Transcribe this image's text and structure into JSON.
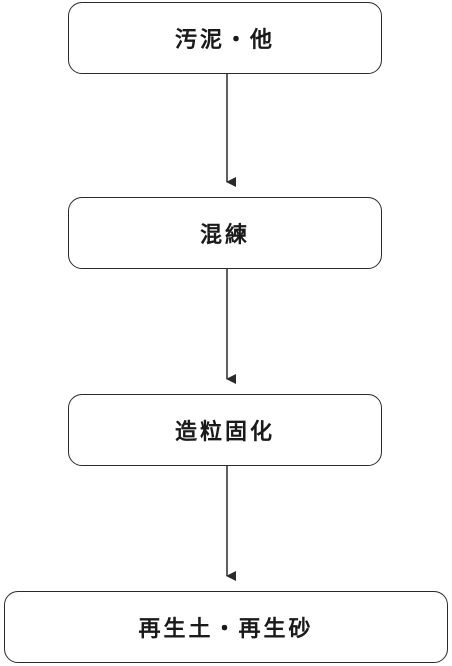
{
  "diagram": {
    "nodes": [
      {
        "id": "n1",
        "label": "汚泥・他"
      },
      {
        "id": "n2",
        "label": "混練"
      },
      {
        "id": "n3",
        "label": "造粒固化"
      },
      {
        "id": "n4",
        "label": "再生土・再生砂"
      }
    ],
    "edges": [
      {
        "from": "n1",
        "to": "n2"
      },
      {
        "from": "n2",
        "to": "n3"
      },
      {
        "from": "n3",
        "to": "n4"
      }
    ],
    "colors": {
      "border": "#2a2a2a",
      "text": "#1a1a1a",
      "arrow": "#2a2a2a",
      "background": "#ffffff"
    }
  }
}
